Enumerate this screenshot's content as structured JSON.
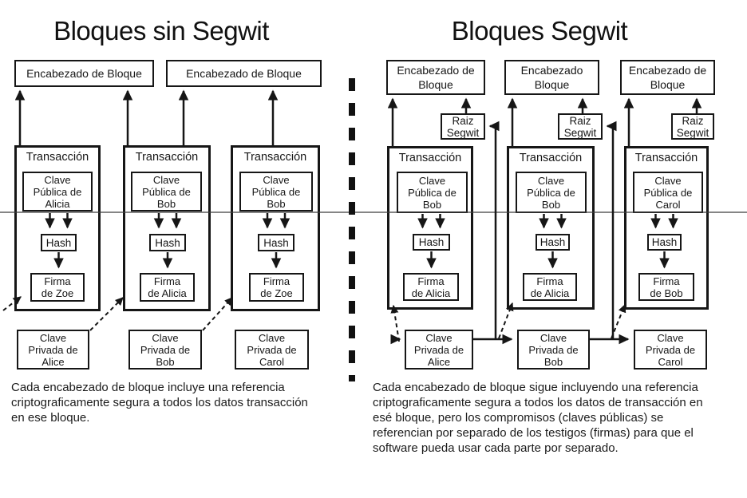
{
  "colors": {
    "ink": "#161616",
    "background": "#ffffff"
  },
  "left": {
    "title": "Bloques sin Segwit",
    "headers": [
      "Encabezado de Bloque",
      "Encabezado de Bloque"
    ],
    "transactions": [
      {
        "label": "Transacción",
        "pubkey": "Clave\nPública de\nAlicia",
        "hash": "Hash",
        "signature": "Firma\nde Zoe"
      },
      {
        "label": "Transacción",
        "pubkey": "Clave\nPública de\nBob",
        "hash": "Hash",
        "signature": "Firma\nde Alicia"
      },
      {
        "label": "Transacción",
        "pubkey": "Clave\nPública de\nBob",
        "hash": "Hash",
        "signature": "Firma\nde Zoe"
      }
    ],
    "private_keys": [
      "Clave\nPrivada de\nAlice",
      "Clave\nPrivada de\nBob",
      "Clave\nPrivada de\nCarol"
    ],
    "caption": "Cada encabezado de bloque incluye una referencia\ncriptograficamente segura a todos los datos transacción\nen ese bloque."
  },
  "right": {
    "title": "Bloques Segwit",
    "headers": [
      "Encabezado de\nBloque",
      "Encabezado\nBloque",
      "Encabezado de\nBloque"
    ],
    "segwit_roots": [
      "Raiz\nSegwit",
      "Raiz\nSegwit",
      "Raiz\nSegwit"
    ],
    "transactions": [
      {
        "label": "Transacción",
        "pubkey": "Clave\nPública de\nBob",
        "hash": "Hash",
        "signature": "Firma\nde Alicia"
      },
      {
        "label": "Transacción",
        "pubkey": "Clave\nPública de\nBob",
        "hash": "Hash",
        "signature": "Firma\nde Alicia"
      },
      {
        "label": "Transacción",
        "pubkey": "Clave\nPública de\nCarol",
        "hash": "Hash",
        "signature": "Firma\nde Bob"
      }
    ],
    "private_keys": [
      "Clave\nPrivada de\nAlice",
      "Clave\nPrivada de\nBob",
      "Clave\nPrivada de\nCarol"
    ],
    "caption": "Cada encabezado de bloque sigue incluyendo una referencia\ncriptograficamente segura a todos los datos de transacción en\nesé bloque, pero los compromisos (claves públicas) se\nreferencian por separado de los testigos (firmas) para que el\nsoftware pueda usar cada parte por separado."
  }
}
